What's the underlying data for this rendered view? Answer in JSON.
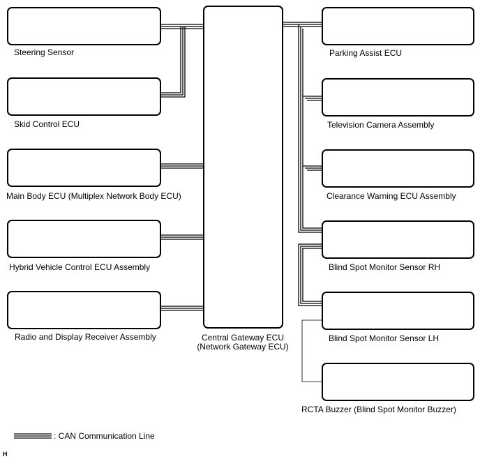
{
  "diagram": {
    "left_ecus": [
      {
        "id": "steering",
        "label": "Steering Sensor"
      },
      {
        "id": "skid",
        "label": "Skid Control ECU"
      },
      {
        "id": "main-body",
        "label": "Main Body ECU (Multiplex Network Body ECU)"
      },
      {
        "id": "hybrid",
        "label": "Hybrid Vehicle Control ECU Assembly"
      },
      {
        "id": "radio",
        "label": "Radio and Display Receiver Assembly"
      }
    ],
    "gateway": {
      "line1": "Central Gateway ECU",
      "line2": "(Network Gateway ECU)"
    },
    "right_ecus": [
      {
        "id": "parking",
        "label": "Parking Assist ECU"
      },
      {
        "id": "tv-camera",
        "label": "Television Camera Assembly"
      },
      {
        "id": "clearance",
        "label": "Clearance Warning ECU Assembly"
      },
      {
        "id": "bsm-rh",
        "label": "Blind Spot Monitor Sensor RH"
      },
      {
        "id": "bsm-lh",
        "label": "Blind Spot Monitor Sensor LH"
      },
      {
        "id": "rcta",
        "label": "RCTA Buzzer (Blind Spot Monitor Buzzer)"
      }
    ],
    "legend": {
      "text": ": CAN Communication Line"
    },
    "corner_code": "H"
  }
}
